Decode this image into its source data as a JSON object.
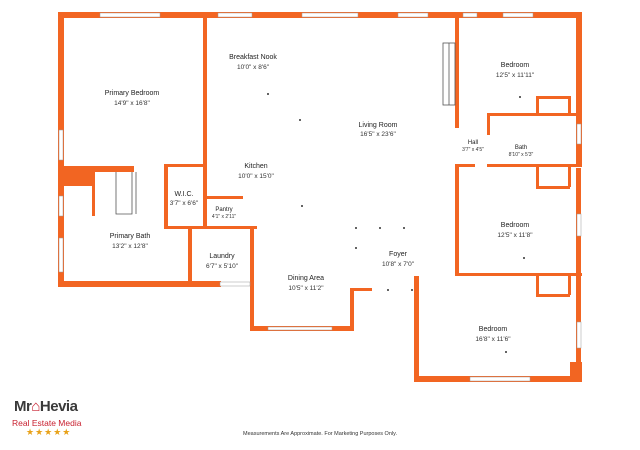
{
  "colors": {
    "wall": "#f26522",
    "window": "#ffffff",
    "text": "#222222",
    "brand_red": "#c8202f",
    "star": "#e8a21a"
  },
  "rooms": {
    "breakfast_nook": {
      "name": "Breakfast Nook",
      "dim": "10'0\" x 8'6\""
    },
    "primary_bedroom": {
      "name": "Primary Bedroom",
      "dim": "14'9\" x 16'8\""
    },
    "living_room": {
      "name": "Living Room",
      "dim": "16'5\" x 23'6\""
    },
    "bedroom_top": {
      "name": "Bedroom",
      "dim": "12'5\" x 11'11\""
    },
    "hall": {
      "name": "Hall",
      "dim": "3'7\" x 4'5\""
    },
    "bath": {
      "name": "Bath",
      "dim": "8'10\" x 5'3\""
    },
    "kitchen": {
      "name": "Kitchen",
      "dim": "10'0\" x 15'0\""
    },
    "wic": {
      "name": "W.I.C.",
      "dim": "3'7\" x 6'6\""
    },
    "pantry": {
      "name": "Pantry",
      "dim": "4'1\" x 2'11\""
    },
    "primary_bath": {
      "name": "Primary Bath",
      "dim": "13'2\" x 12'8\""
    },
    "bedroom_mid": {
      "name": "Bedroom",
      "dim": "12'5\" x 11'8\""
    },
    "laundry": {
      "name": "Laundry",
      "dim": "6'7\" x 5'10\""
    },
    "foyer": {
      "name": "Foyer",
      "dim": "10'8\" x 7'0\""
    },
    "dining_area": {
      "name": "Dining Area",
      "dim": "10'5\" x 11'2\""
    },
    "bedroom_bottom": {
      "name": "Bedroom",
      "dim": "16'8\" x 11'6\""
    }
  },
  "logo": {
    "brand_prefix": "Mr",
    "brand_suffix": "Hevia",
    "subtitle": "Real Estate Media",
    "stars": "★★★★★"
  },
  "disclaimer": "Measurements Are Approximate. For Marketing Purposes Only."
}
